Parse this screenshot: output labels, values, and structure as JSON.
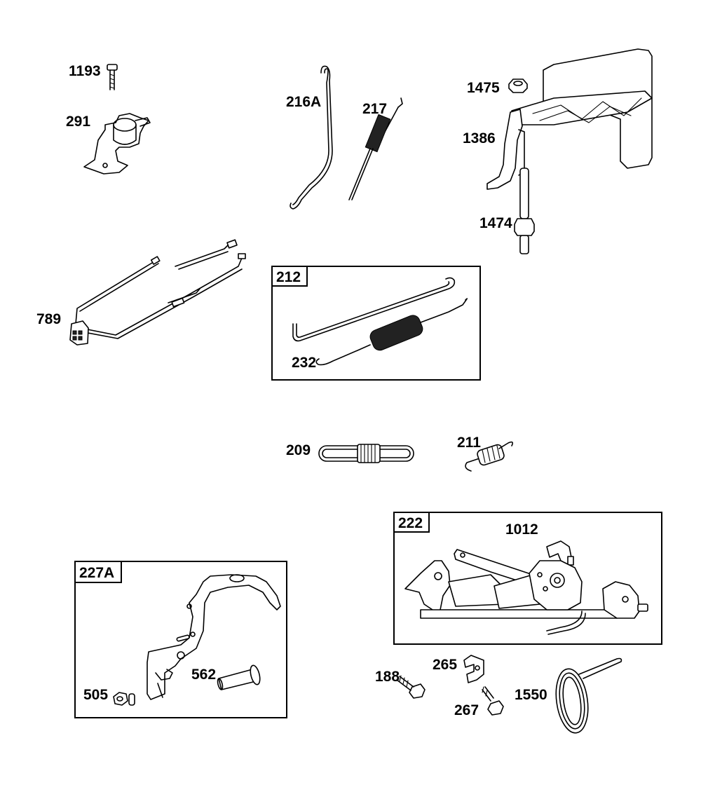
{
  "parts": [
    {
      "id": "1193",
      "label": "1193"
    },
    {
      "id": "291",
      "label": "291"
    },
    {
      "id": "216A",
      "label": "216A"
    },
    {
      "id": "217",
      "label": "217"
    },
    {
      "id": "1475",
      "label": "1475"
    },
    {
      "id": "1386",
      "label": "1386"
    },
    {
      "id": "1474",
      "label": "1474"
    },
    {
      "id": "789",
      "label": "789"
    },
    {
      "id": "232",
      "label": "232"
    },
    {
      "id": "209",
      "label": "209"
    },
    {
      "id": "211",
      "label": "211"
    },
    {
      "id": "1012",
      "label": "1012"
    },
    {
      "id": "505",
      "label": "505"
    },
    {
      "id": "562",
      "label": "562"
    },
    {
      "id": "188",
      "label": "188"
    },
    {
      "id": "265",
      "label": "265"
    },
    {
      "id": "267",
      "label": "267"
    },
    {
      "id": "1550",
      "label": "1550"
    }
  ],
  "groups": [
    {
      "id": "212",
      "label": "212"
    },
    {
      "id": "222",
      "label": "222"
    },
    {
      "id": "227A",
      "label": "227A"
    }
  ]
}
